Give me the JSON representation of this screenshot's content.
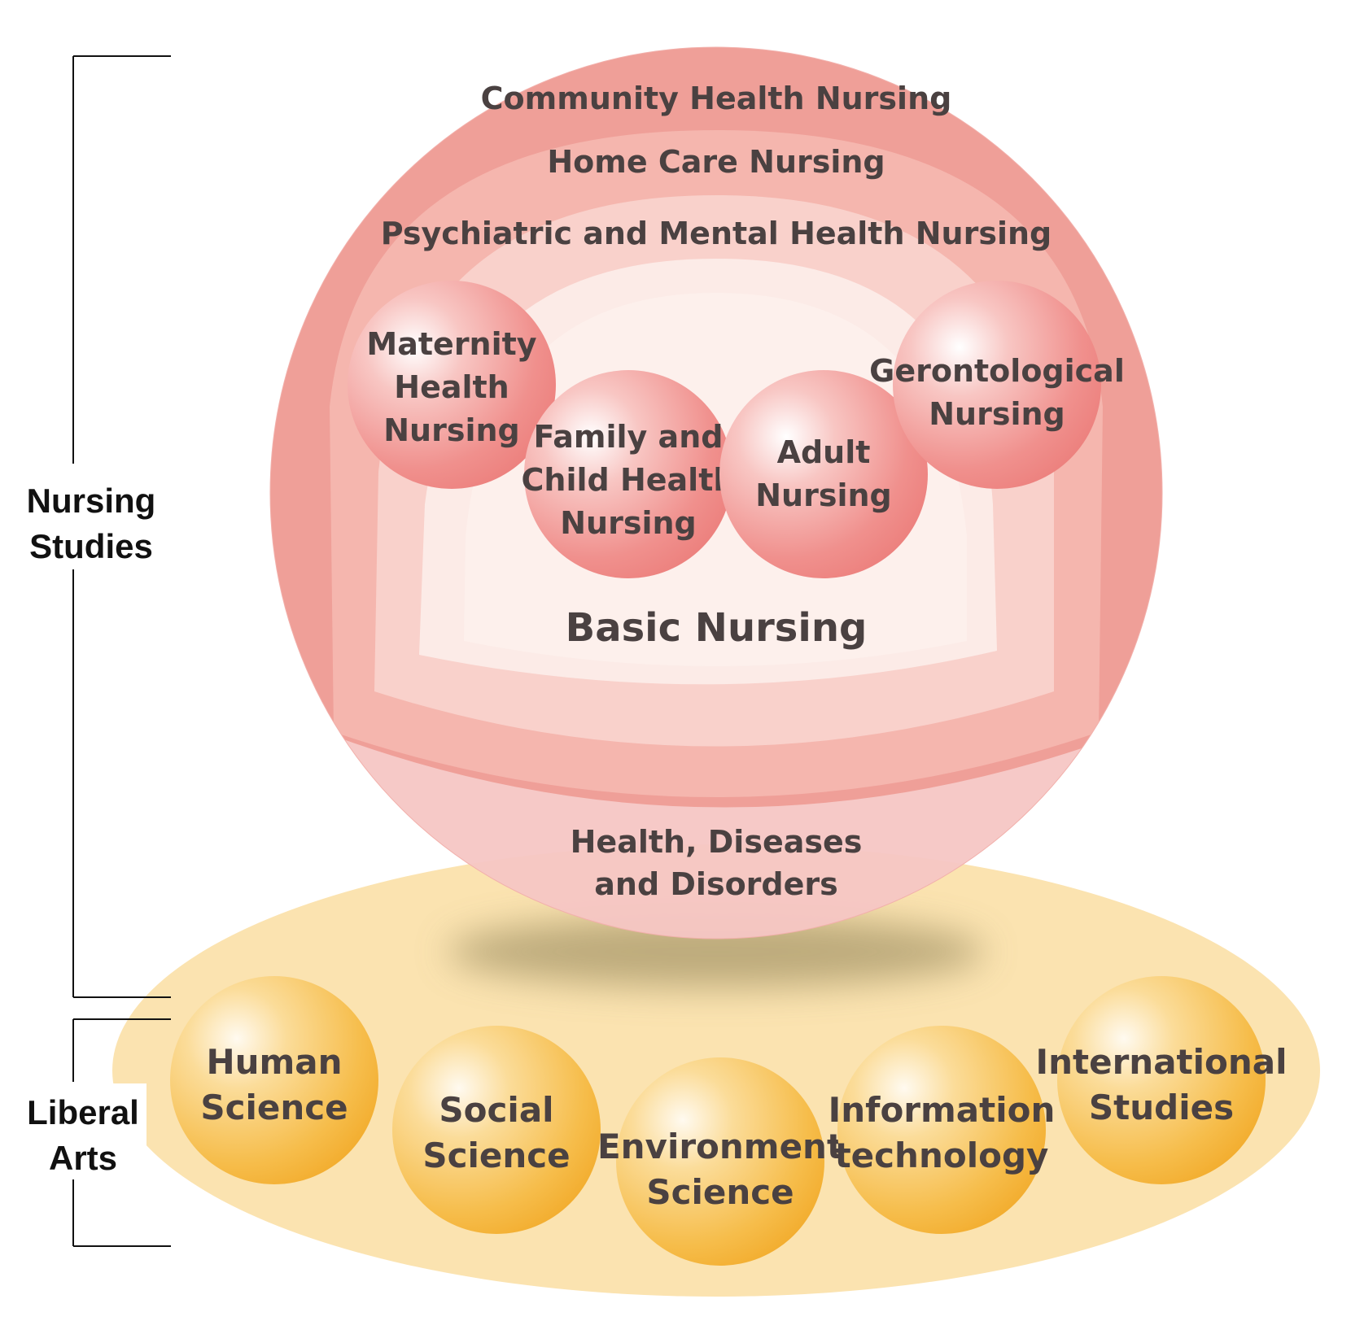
{
  "side_labels": {
    "nursing_studies": [
      "Nursing",
      "Studies"
    ],
    "liberal_arts": [
      "Liberal",
      "Arts"
    ]
  },
  "rings": {
    "community": "Community Health Nursing",
    "home_care": "Home Care Nursing",
    "psychiatric": "Psychiatric and Mental Health Nursing",
    "basic": "Basic Nursing",
    "health": [
      "Health, Diseases",
      "and Disorders"
    ]
  },
  "nursing_spheres": [
    [
      "Maternity",
      "Health",
      "Nursing"
    ],
    [
      "Family and",
      "Child Health",
      "Nursing"
    ],
    [
      "Adult",
      "Nursing"
    ],
    [
      "Gerontological",
      "Nursing"
    ]
  ],
  "liberal_spheres": [
    [
      "Human",
      "Science"
    ],
    [
      "Social",
      "Science"
    ],
    [
      "Environment",
      "Science"
    ],
    [
      "Information",
      "technology"
    ],
    [
      "International",
      "Studies"
    ]
  ],
  "colors": {
    "ring_outer": "#ef9f98",
    "ring_mid": "#f5b6ae",
    "ring_inner": "#f9d1cb",
    "core": "#fcebe7",
    "health_band": "#f6c6c4",
    "ellipse": "#fbe3b0",
    "sphere_red": "#ee8582",
    "sphere_orange": "#f4b53c",
    "text": "#4a4141"
  }
}
